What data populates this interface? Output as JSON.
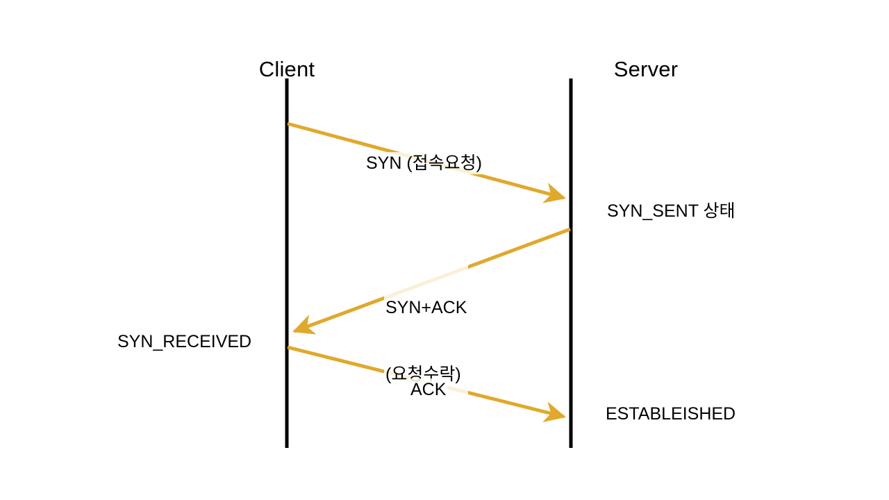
{
  "diagram": {
    "title": "TCP Three-Way Handshake Sequence Diagram",
    "background_color": "#FFFFFF",
    "arrow_color": "#E0A92B",
    "lifeline_color": "#000000",
    "participants": {
      "client": "Client",
      "server": "Server"
    },
    "messages": [
      {
        "name": "syn",
        "label": "SYN (접속요청)",
        "from": "client",
        "to": "server",
        "direction": "right"
      },
      {
        "name": "syn-ack",
        "label_line1": "SYN+ACK",
        "label_line2": "(요청수락)",
        "from": "server",
        "to": "client",
        "direction": "left"
      },
      {
        "name": "ack",
        "label": "ACK",
        "from": "client",
        "to": "server",
        "direction": "right"
      }
    ],
    "states": {
      "syn_sent": "SYN_SENT 상태",
      "syn_received": "SYN_RECEIVED",
      "established": "ESTABLEISHED"
    }
  }
}
